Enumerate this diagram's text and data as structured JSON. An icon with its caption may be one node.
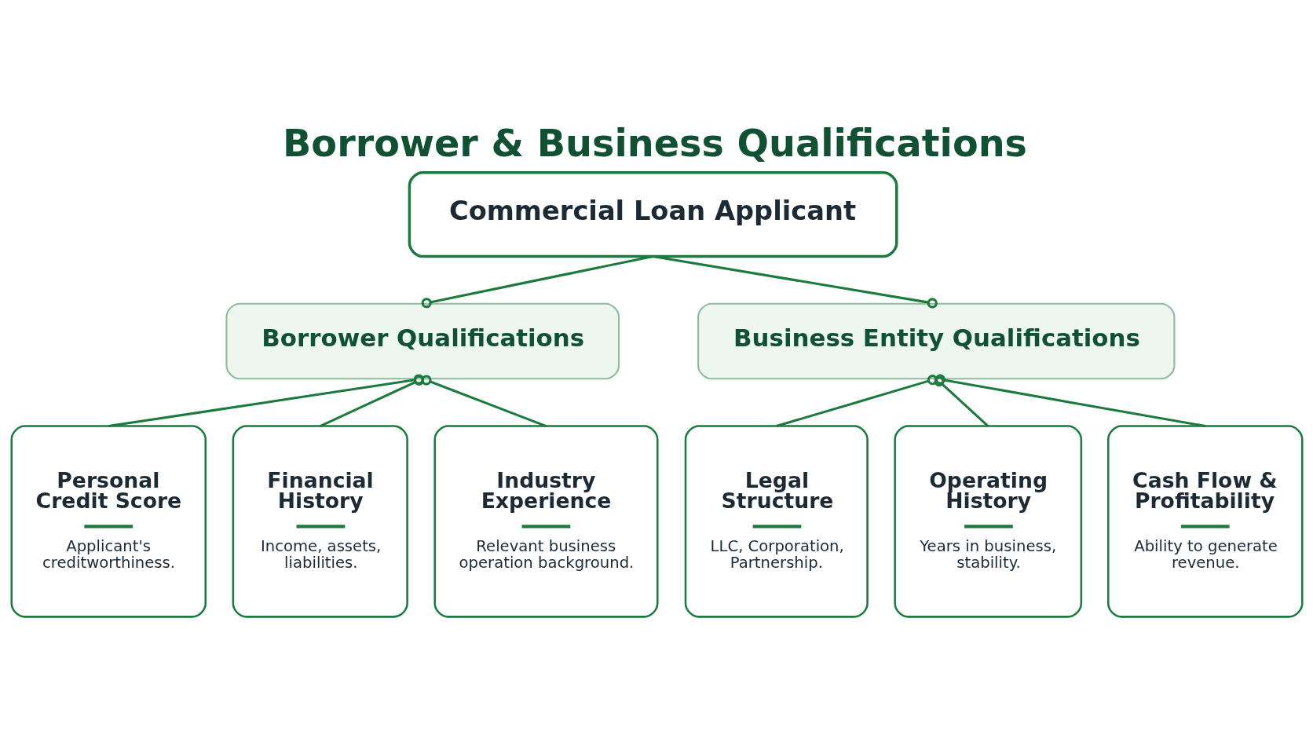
{
  "diagram": {
    "title": "Borrower & Business Qualifications",
    "nodes": [
      {
        "text": [
          "Commercial Loan Applicant"
        ]
      },
      {
        "text": [
          "Borrower Qualifications"
        ]
      },
      {
        "text": [
          "Business Entity Qualifications"
        ]
      },
      {
        "text": [
          "Personal Credit Score",
          "Applicant's creditworthiness."
        ]
      },
      {
        "text": [
          "Financial History",
          "Income, assets, liabilities."
        ]
      },
      {
        "text": [
          "Industry Experience",
          "Relevant business operation background."
        ]
      },
      {
        "text": [
          "Legal Structure",
          "LLC, Corporation, Partnership."
        ]
      },
      {
        "text": [
          "Operating History",
          "Years in business, stability."
        ]
      },
      {
        "text": [
          "Cash Flow & Profitability",
          "Ability to generate revenue."
        ]
      }
    ],
    "edges": [
      {
        "from": 0,
        "to": 1,
        "arrow": "other"
      },
      {
        "from": 0,
        "to": 2,
        "arrow": "other"
      },
      {
        "from": 1,
        "to": 3,
        "arrow": "other"
      },
      {
        "from": 1,
        "to": 4,
        "arrow": "other"
      },
      {
        "from": 1,
        "to": 5,
        "arrow": "other"
      },
      {
        "from": 2,
        "to": 6,
        "arrow": "other"
      },
      {
        "from": 2,
        "to": 7,
        "arrow": "other"
      },
      {
        "from": 2,
        "to": 8,
        "arrow": "other"
      }
    ]
  }
}
